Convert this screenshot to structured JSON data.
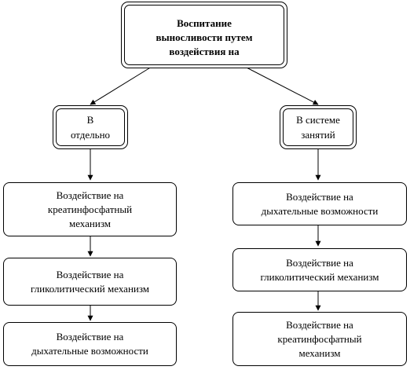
{
  "root": {
    "label": "Воспитание\nвыносливости путем\nвоздействия на"
  },
  "branches": [
    {
      "label": "В\nотдельно",
      "children": [
        "Воздействие на\nкреатинфосфатный\nмеханизм",
        "Воздействие на\nгликолитический механизм",
        "Воздействие на\nдыхательные возможности"
      ]
    },
    {
      "label": "В системе\nзанятий",
      "children": [
        "Воздействие на\nдыхательные возможности",
        "Воздействие на\nгликолитический механизм",
        "Воздействие на\nкреатинфосфатный\nмеханизм"
      ]
    }
  ]
}
